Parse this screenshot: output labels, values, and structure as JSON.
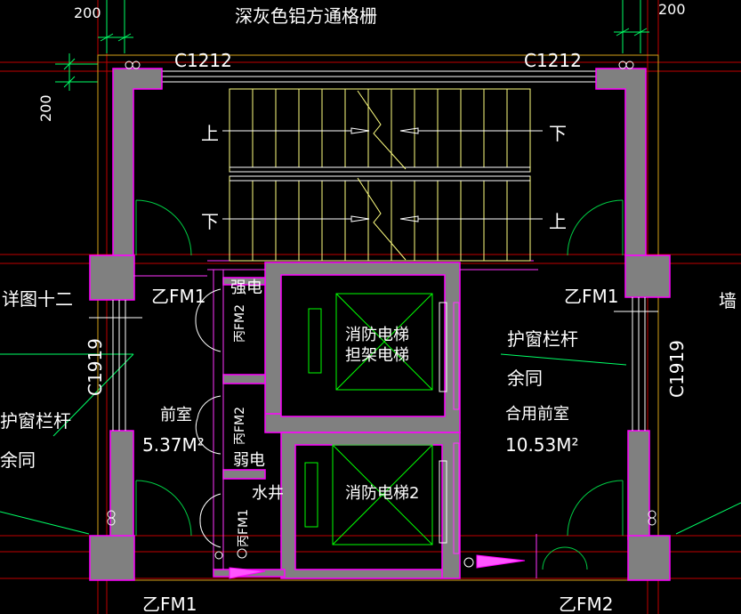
{
  "colors": {
    "background": "#000000",
    "wall_fill": "#808080",
    "wall_outline": "#ff00ff",
    "text": "#ffffff",
    "stair_lines": "#ffff80",
    "elevator_box": "#00ff00",
    "axis_red": "#c00000",
    "dim_green": "#00ff66",
    "door_arc": "#00cc44",
    "thin_magenta": "#ff33ff"
  },
  "labels": {
    "top_note": "深灰色铝方通格栅",
    "dim_top_left": "200",
    "dim_top_right": "200",
    "dim_left_vertical": "200",
    "window_top_left": "C1212",
    "window_top_right": "C1212",
    "stair_up_left": "上",
    "stair_down_right": "下",
    "stair_down_left": "下",
    "stair_up_right": "上",
    "detail_ref": "详图十二",
    "wall_ref": "墙",
    "door_fm1_left": "乙FM1",
    "door_fm1_right": "乙FM1",
    "strong_elec": "强电",
    "weak_elec": "弱电",
    "water_well": "水井",
    "fm2_a": "丙FM2",
    "fm2_b": "丙FM2",
    "fm1_c": "丙FM1",
    "elevator1_line1": "消防电梯",
    "elevator1_line2": "担架电梯",
    "elevator2": "消防电梯2",
    "window_left": "C1919",
    "window_right": "C1919",
    "rail_left_1": "护窗栏杆",
    "rail_left_2": "余同",
    "rail_right_1": "护窗栏杆",
    "rail_right_2": "余同",
    "front_room": "前室",
    "front_room_area": "5.37M²",
    "shared_front_room": "合用前室",
    "shared_front_room_area": "10.53M²",
    "door_bottom_left": "乙FM1",
    "door_bottom_right": "乙FM2"
  }
}
